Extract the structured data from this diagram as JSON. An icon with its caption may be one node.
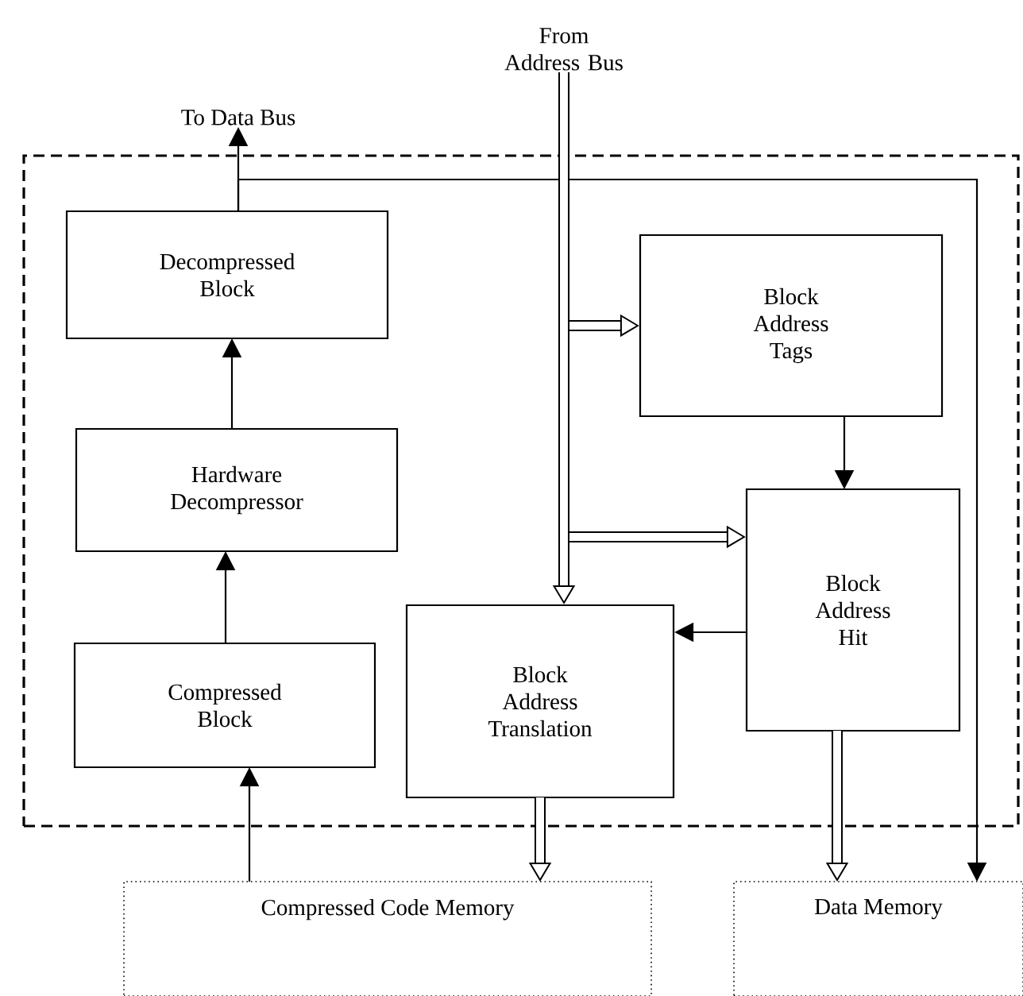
{
  "diagram": {
    "nodes": [
      {
        "text": [],
        "shape": "box"
      },
      {
        "text": [
          "To Data Bus"
        ]
      },
      {
        "text": [
          "From Address Bus"
        ]
      },
      {
        "text": [
          "Decompressed Block"
        ],
        "in": 0
      },
      {
        "text": [
          "Hardware Decompressor"
        ],
        "in": 0
      },
      {
        "text": [
          "Compressed Block"
        ],
        "in": 0
      },
      {
        "text": [
          "Block Address Tags"
        ],
        "in": 0
      },
      {
        "text": [
          "Block Address Hit"
        ],
        "in": 0
      },
      {
        "text": [
          "Block Address Translation"
        ],
        "in": 0
      },
      {
        "text": [
          "Compressed Code Memory"
        ]
      },
      {
        "text": [
          "Data Memory"
        ]
      }
    ],
    "edges": [
      {
        "from": 3,
        "to": 1,
        "arrow": "to"
      },
      {
        "from": 3,
        "to": 10,
        "arrow": "to"
      },
      {
        "from": 4,
        "to": 3,
        "arrow": "to"
      },
      {
        "from": 5,
        "to": 4,
        "arrow": "to"
      },
      {
        "from": 9,
        "to": 5,
        "arrow": "to"
      },
      {
        "from": 2,
        "to": 6,
        "arrow": "to",
        "style": "thick"
      },
      {
        "from": 2,
        "to": 7,
        "arrow": "to",
        "style": "thick"
      },
      {
        "from": 2,
        "to": 8,
        "arrow": "to",
        "style": "thick"
      },
      {
        "from": 6,
        "to": 7,
        "arrow": "to"
      },
      {
        "from": 7,
        "to": 8,
        "arrow": "to"
      },
      {
        "from": 8,
        "to": 9,
        "arrow": "to",
        "style": "thick"
      },
      {
        "from": 7,
        "to": 10,
        "arrow": "to",
        "style": "thick"
      }
    ]
  }
}
